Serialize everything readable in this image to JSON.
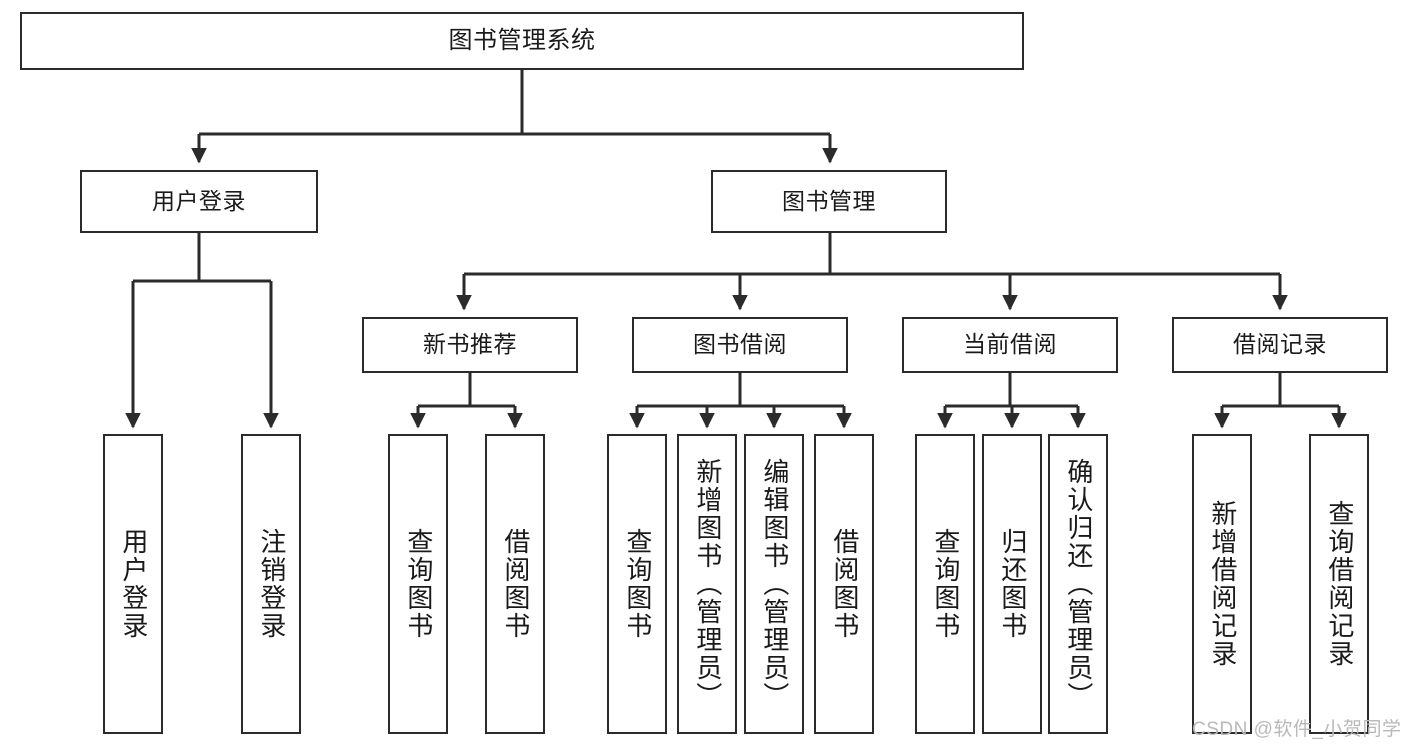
{
  "diagram": {
    "type": "tree-hierarchy-chart",
    "title": "图书管理系统",
    "background_color": "#ffffff",
    "line_color": "#2b2b2b",
    "text_color": "#1a1a1a",
    "levels": 4
  },
  "nodes": {
    "root": {
      "label": "图书管理系统"
    },
    "level2": [
      {
        "label": "用户登录"
      },
      {
        "label": "图书管理"
      }
    ],
    "level3": [
      {
        "label": "新书推荐"
      },
      {
        "label": "图书借阅"
      },
      {
        "label": "当前借阅"
      },
      {
        "label": "借阅记录"
      }
    ],
    "leaves": {
      "user_login": [
        {
          "label": "用户登录"
        },
        {
          "label": "注销登录"
        }
      ],
      "new_book_recommend": [
        {
          "label": "查询图书"
        },
        {
          "label": "借阅图书"
        }
      ],
      "book_borrow": [
        {
          "label": "查询图书"
        },
        {
          "label": "新增图书（管理员）"
        },
        {
          "label": "编辑图书（管理员）"
        },
        {
          "label": "借阅图书"
        }
      ],
      "current_borrow": [
        {
          "label": "查询图书"
        },
        {
          "label": "归还图书"
        },
        {
          "label": "确认归还（管理员）"
        }
      ],
      "borrow_record": [
        {
          "label": "新增借阅记录"
        },
        {
          "label": "查询借阅记录"
        }
      ]
    }
  },
  "watermark": {
    "text": "CSDN @软件_小贺同学"
  }
}
